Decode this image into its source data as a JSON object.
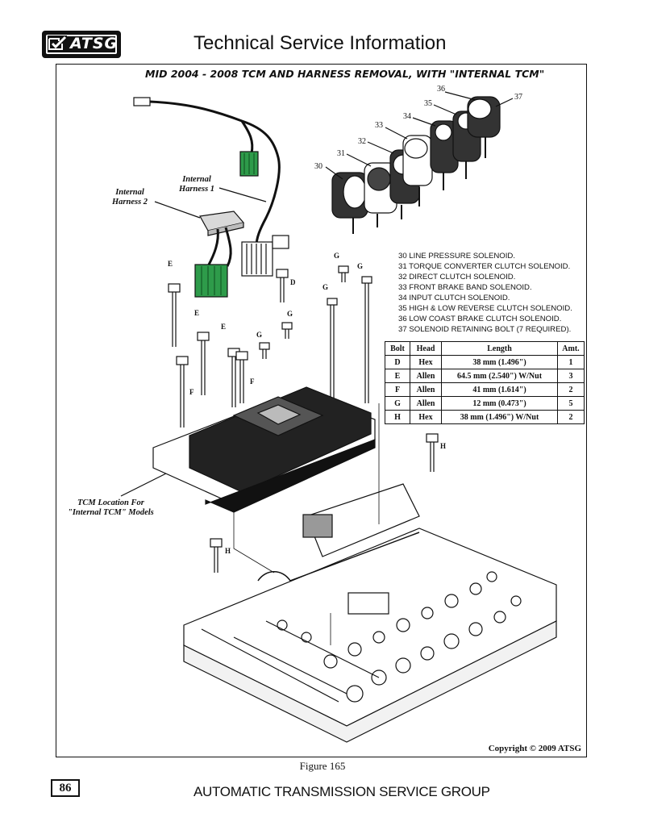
{
  "header": {
    "logo_text": "ATSG",
    "title": "Technical Service Information"
  },
  "diagram": {
    "title": "MID 2004 - 2008  TCM AND HARNESS REMOVAL, WITH \"INTERNAL TCM\"",
    "harness_labels": [
      {
        "line1": "Internal",
        "line2": "Harness 1"
      },
      {
        "line1": "Internal",
        "line2": "Harness 2"
      }
    ],
    "tcm_location": {
      "line1": "TCM Location For",
      "line2": "\"Internal TCM\" Models"
    },
    "callouts": [
      "30",
      "31",
      "32",
      "33",
      "34",
      "35",
      "36",
      "37"
    ],
    "bolt_letters": [
      "E",
      "E",
      "E",
      "F",
      "F",
      "G",
      "G",
      "G",
      "G",
      "G",
      "D",
      "H",
      "H"
    ],
    "legend": [
      "30  LINE PRESSURE SOLENOID.",
      "31  TORQUE CONVERTER CLUTCH SOLENOID.",
      "32  DIRECT CLUTCH SOLENOID.",
      "33  FRONT BRAKE BAND SOLENOID.",
      "34  INPUT CLUTCH SOLENOID.",
      "35  HIGH & LOW REVERSE CLUTCH SOLENOID.",
      "36  LOW COAST BRAKE CLUTCH SOLENOID.",
      "37  SOLENOID RETAINING BOLT  (7 REQUIRED)."
    ],
    "bolt_table": {
      "headers": [
        "Bolt",
        "Head",
        "Length",
        "Amt."
      ],
      "rows": [
        [
          "D",
          "Hex",
          "38 mm (1.496\")",
          "1"
        ],
        [
          "E",
          "Allen",
          "64.5 mm (2.540\")  W/Nut",
          "3"
        ],
        [
          "F",
          "Allen",
          "41 mm (1.614\")",
          "2"
        ],
        [
          "G",
          "Allen",
          "12 mm (0.473\")",
          "5"
        ],
        [
          "H",
          "Hex",
          "38 mm (1.496\")  W/Nut",
          "2"
        ]
      ]
    },
    "copyright": "Copyright © 2009 ATSG"
  },
  "figure_caption": "Figure 165",
  "footer": {
    "page_number": "86",
    "text": "AUTOMATIC TRANSMISSION SERVICE GROUP"
  }
}
